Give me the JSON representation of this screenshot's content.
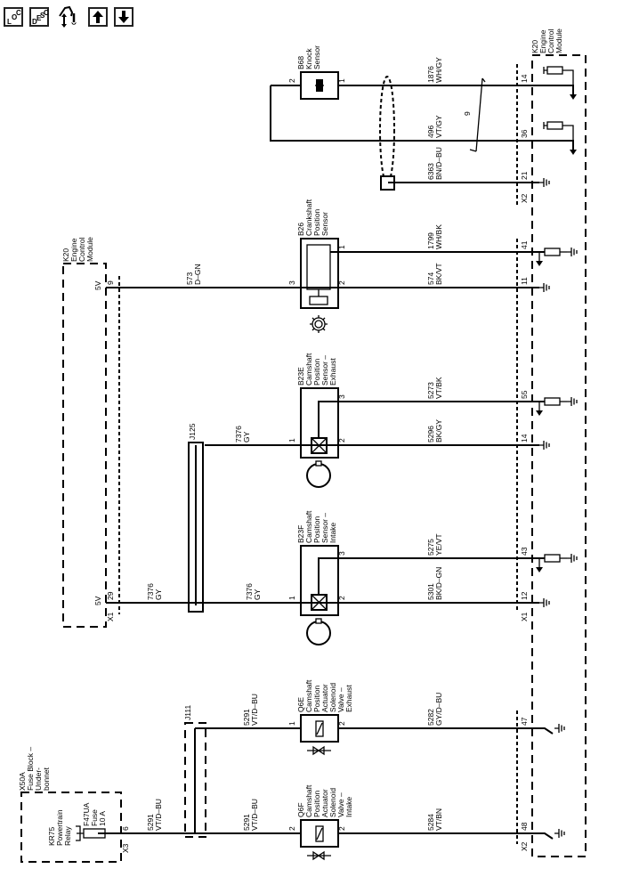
{
  "toolbar": {
    "buttons": [
      {
        "name": "loc-button",
        "icon": "loc-icon",
        "chars": [
          "L",
          "O",
          "C"
        ]
      },
      {
        "name": "desc-button",
        "icon": "desc-icon",
        "chars": [
          "D",
          "E",
          "S",
          "C"
        ]
      },
      {
        "name": "connector-repair-button",
        "icon": "connector-wrench-icon"
      },
      {
        "name": "up-button",
        "icon": "arrow-up-icon"
      },
      {
        "name": "down-button",
        "icon": "arrow-down-icon"
      }
    ]
  },
  "modules": {
    "ecm_right": {
      "id": "K20",
      "lines": [
        "K20",
        "Engine",
        "Control",
        "Module"
      ]
    },
    "ecm_left": {
      "id": "K20",
      "lines": [
        "K20",
        "Engine",
        "Control",
        "Module"
      ]
    },
    "fuse_block": {
      "lines": [
        "X50A",
        "Fuse Block –",
        "Under-",
        "bonnet"
      ]
    },
    "relay": {
      "lines": [
        "KR75",
        "Powertrain",
        "Relay"
      ]
    },
    "fuse": {
      "lines": [
        "F47UA",
        "Fuse",
        "10 A"
      ]
    }
  },
  "components": {
    "knock": {
      "lines": [
        "B68",
        "Knock",
        "Sensor"
      ],
      "pins": [
        "2",
        "1"
      ]
    },
    "crank": {
      "lines": [
        "B26",
        "Crankshaft",
        "Position",
        "Sensor"
      ],
      "pins": [
        "3",
        "1",
        "2"
      ]
    },
    "cam_exh": {
      "lines": [
        "B23E",
        "Camshaft",
        "Position",
        "Sensor –",
        "Exhaust"
      ],
      "pins": [
        "1",
        "3",
        "2"
      ]
    },
    "cam_int": {
      "lines": [
        "B23F",
        "Camshaft",
        "Position",
        "Sensor –",
        "Intake"
      ],
      "pins": [
        "1",
        "3",
        "2"
      ]
    },
    "sol_exh": {
      "lines": [
        "Q6E",
        "Camshaft",
        "Position",
        "Actuator",
        "Solenoid",
        "Valve –",
        "Exhaust"
      ],
      "pins": [
        "1",
        "2"
      ]
    },
    "sol_int": {
      "lines": [
        "Q6F",
        "Camshaft",
        "Position",
        "Actuator",
        "Solenoid",
        "Valve –",
        "Intake"
      ],
      "pins": [
        "2",
        "2"
      ]
    }
  },
  "splices": {
    "j125": "J125",
    "j111": "J111"
  },
  "shield_twist_count": "9",
  "wires": {
    "w1876": {
      "circuit": "1876",
      "color": "WH/GY"
    },
    "w496": {
      "circuit": "496",
      "color": "VT/GY"
    },
    "w6363": {
      "circuit": "6363",
      "color": "BN/D–BU"
    },
    "w1799": {
      "circuit": "1799",
      "color": "WH/BK"
    },
    "w574": {
      "circuit": "574",
      "color": "BK/VT"
    },
    "w573": {
      "circuit": "573",
      "color": "D–GN"
    },
    "w5273": {
      "circuit": "5273",
      "color": "VT/BK"
    },
    "w5296": {
      "circuit": "5296",
      "color": "BK/GY"
    },
    "w7376a": {
      "circuit": "7376",
      "color": "GY"
    },
    "w7376b": {
      "circuit": "7376",
      "color": "GY"
    },
    "w7376c": {
      "circuit": "7376",
      "color": "GY"
    },
    "w5275": {
      "circuit": "5275",
      "color": "YE/VT"
    },
    "w5301": {
      "circuit": "5301",
      "color": "BK/D–GN"
    },
    "w5291a": {
      "circuit": "5291",
      "color": "VT/D–BU"
    },
    "w5291b": {
      "circuit": "5291",
      "color": "VT/D–BU"
    },
    "w5291c": {
      "circuit": "5291",
      "color": "VT/D–BU"
    },
    "w5282": {
      "circuit": "5282",
      "color": "GY/D–BU"
    },
    "w5284": {
      "circuit": "5284",
      "color": "VT/BN"
    }
  },
  "ecm_pins": {
    "p14a": "14",
    "p36": "36",
    "p21": "21",
    "x2a": "X2",
    "p41": "41",
    "p11": "11",
    "p55": "55",
    "p14b": "14",
    "p43": "43",
    "p12": "12",
    "x1a": "X1",
    "p47": "47",
    "p48": "48",
    "x2b": "X2"
  },
  "left_ecm_pins": {
    "p9": "9",
    "p29": "29",
    "x1": "X1",
    "v5a": "5V",
    "v5b": "5V"
  },
  "fuse_pins": {
    "p6": "6",
    "x3": "X3"
  }
}
